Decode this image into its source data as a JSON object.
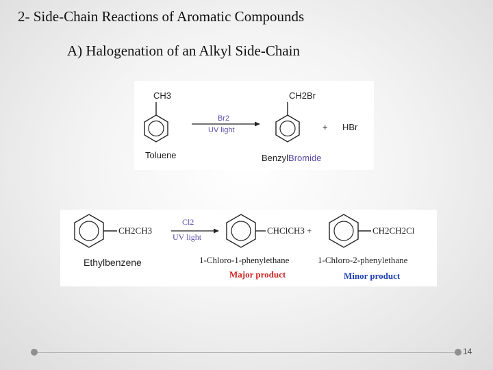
{
  "slide": {
    "title": "2- Side-Chain Reactions of  Aromatic Compounds",
    "subtitle": "A) Halogenation of an Alkyl Side-Chain",
    "page_number": "14"
  },
  "reaction1": {
    "reactant_substituent": "CH3",
    "reactant_name": "Toluene",
    "reagent": "Br2",
    "condition": "UV light",
    "product_substituent": "CH2Br",
    "plus": "+",
    "byproduct": "HBr",
    "product_name_part1": "Benzyl",
    "product_name_part2": "Bromide"
  },
  "reaction2": {
    "reactant_substituent": "CH2CH3",
    "reactant_name": "Ethylbenzene",
    "reagent": "Cl2",
    "condition": "UV light",
    "product1_substituent": "CHClCH3",
    "plus": "+",
    "product2_substituent": "CH2CH2Cl",
    "product1_name": "1-Chloro-1-phenylethane",
    "product2_name": "1-Chloro-2-phenylethane",
    "product1_label": "Major product",
    "product2_label": "Minor product",
    "label_colors": {
      "major": "#d42121",
      "minor": "#1d3fb6"
    }
  }
}
